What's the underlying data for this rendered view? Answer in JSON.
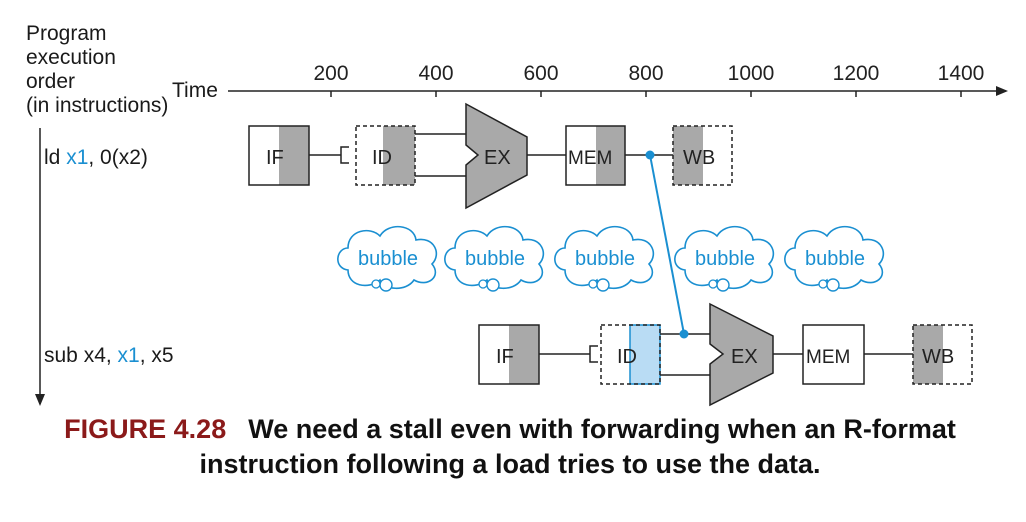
{
  "axis": {
    "order_label_lines": [
      "Program",
      "execution",
      "order",
      "(in instructions)"
    ],
    "time_label": "Time",
    "ticks": [
      "200",
      "400",
      "600",
      "800",
      "1000",
      "1200",
      "1400"
    ]
  },
  "instructions": [
    {
      "parts": [
        "ld ",
        "x1",
        ", 0(x2)"
      ]
    },
    {
      "parts": [
        "sub x4, ",
        "x1",
        ", x5"
      ]
    }
  ],
  "stages": {
    "row1": [
      "IF",
      "ID",
      "EX",
      "MEM",
      "WB"
    ],
    "row2": [
      "IF",
      "ID",
      "EX",
      "MEM",
      "WB"
    ]
  },
  "bubble_label": "bubble",
  "bubble_count": 5,
  "caption": {
    "figure": "FIGURE 4.28",
    "text": "We need a stall even with forwarding when an R-format instruction following a load tries to use the data."
  },
  "colors": {
    "register_highlight": "#1a8fd1",
    "forward_path": "#1a8fd1",
    "stage_shade": "#a9a9a9",
    "id_highlight": "#b9dcf4",
    "figure_label": "#8b1a1a"
  }
}
